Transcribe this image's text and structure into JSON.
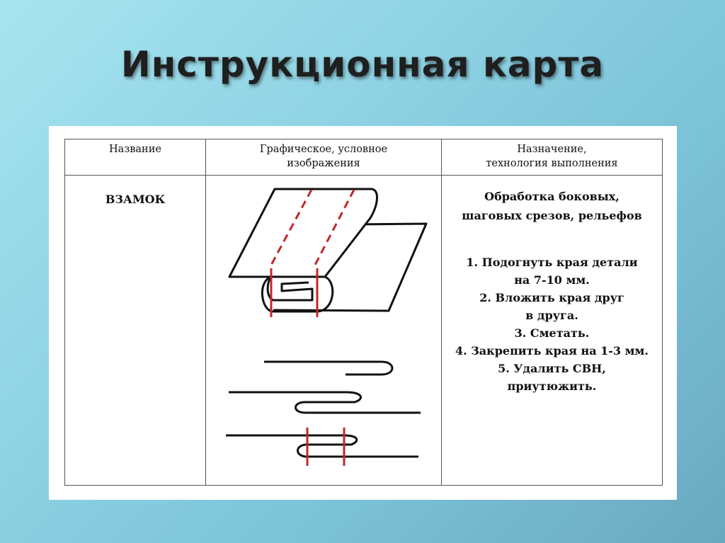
{
  "slide": {
    "title": "Инструкционная карта"
  },
  "table": {
    "headers": {
      "name_line1": "Название",
      "graphic_line1": "Графическое, условное",
      "graphic_line2": "изображения",
      "purpose_line1": "Назначение,",
      "purpose_line2": "технология выполнения"
    },
    "row": {
      "name": "ВЗАМОК",
      "purpose_line1": "Обработка боковых,",
      "purpose_line2": "шаговых срезов, рельефов",
      "steps": [
        "1. Подогнуть края детали",
        "на 7-10 мм.",
        "2. Вложить края друг",
        "в друга.",
        "3. Сметать.",
        "4.  Закрепить края на 1-3 мм.",
        "5. Удалить СВН,",
        "приутюжить."
      ]
    }
  },
  "colors": {
    "stitch": "#c0272d",
    "line": "#111111"
  }
}
